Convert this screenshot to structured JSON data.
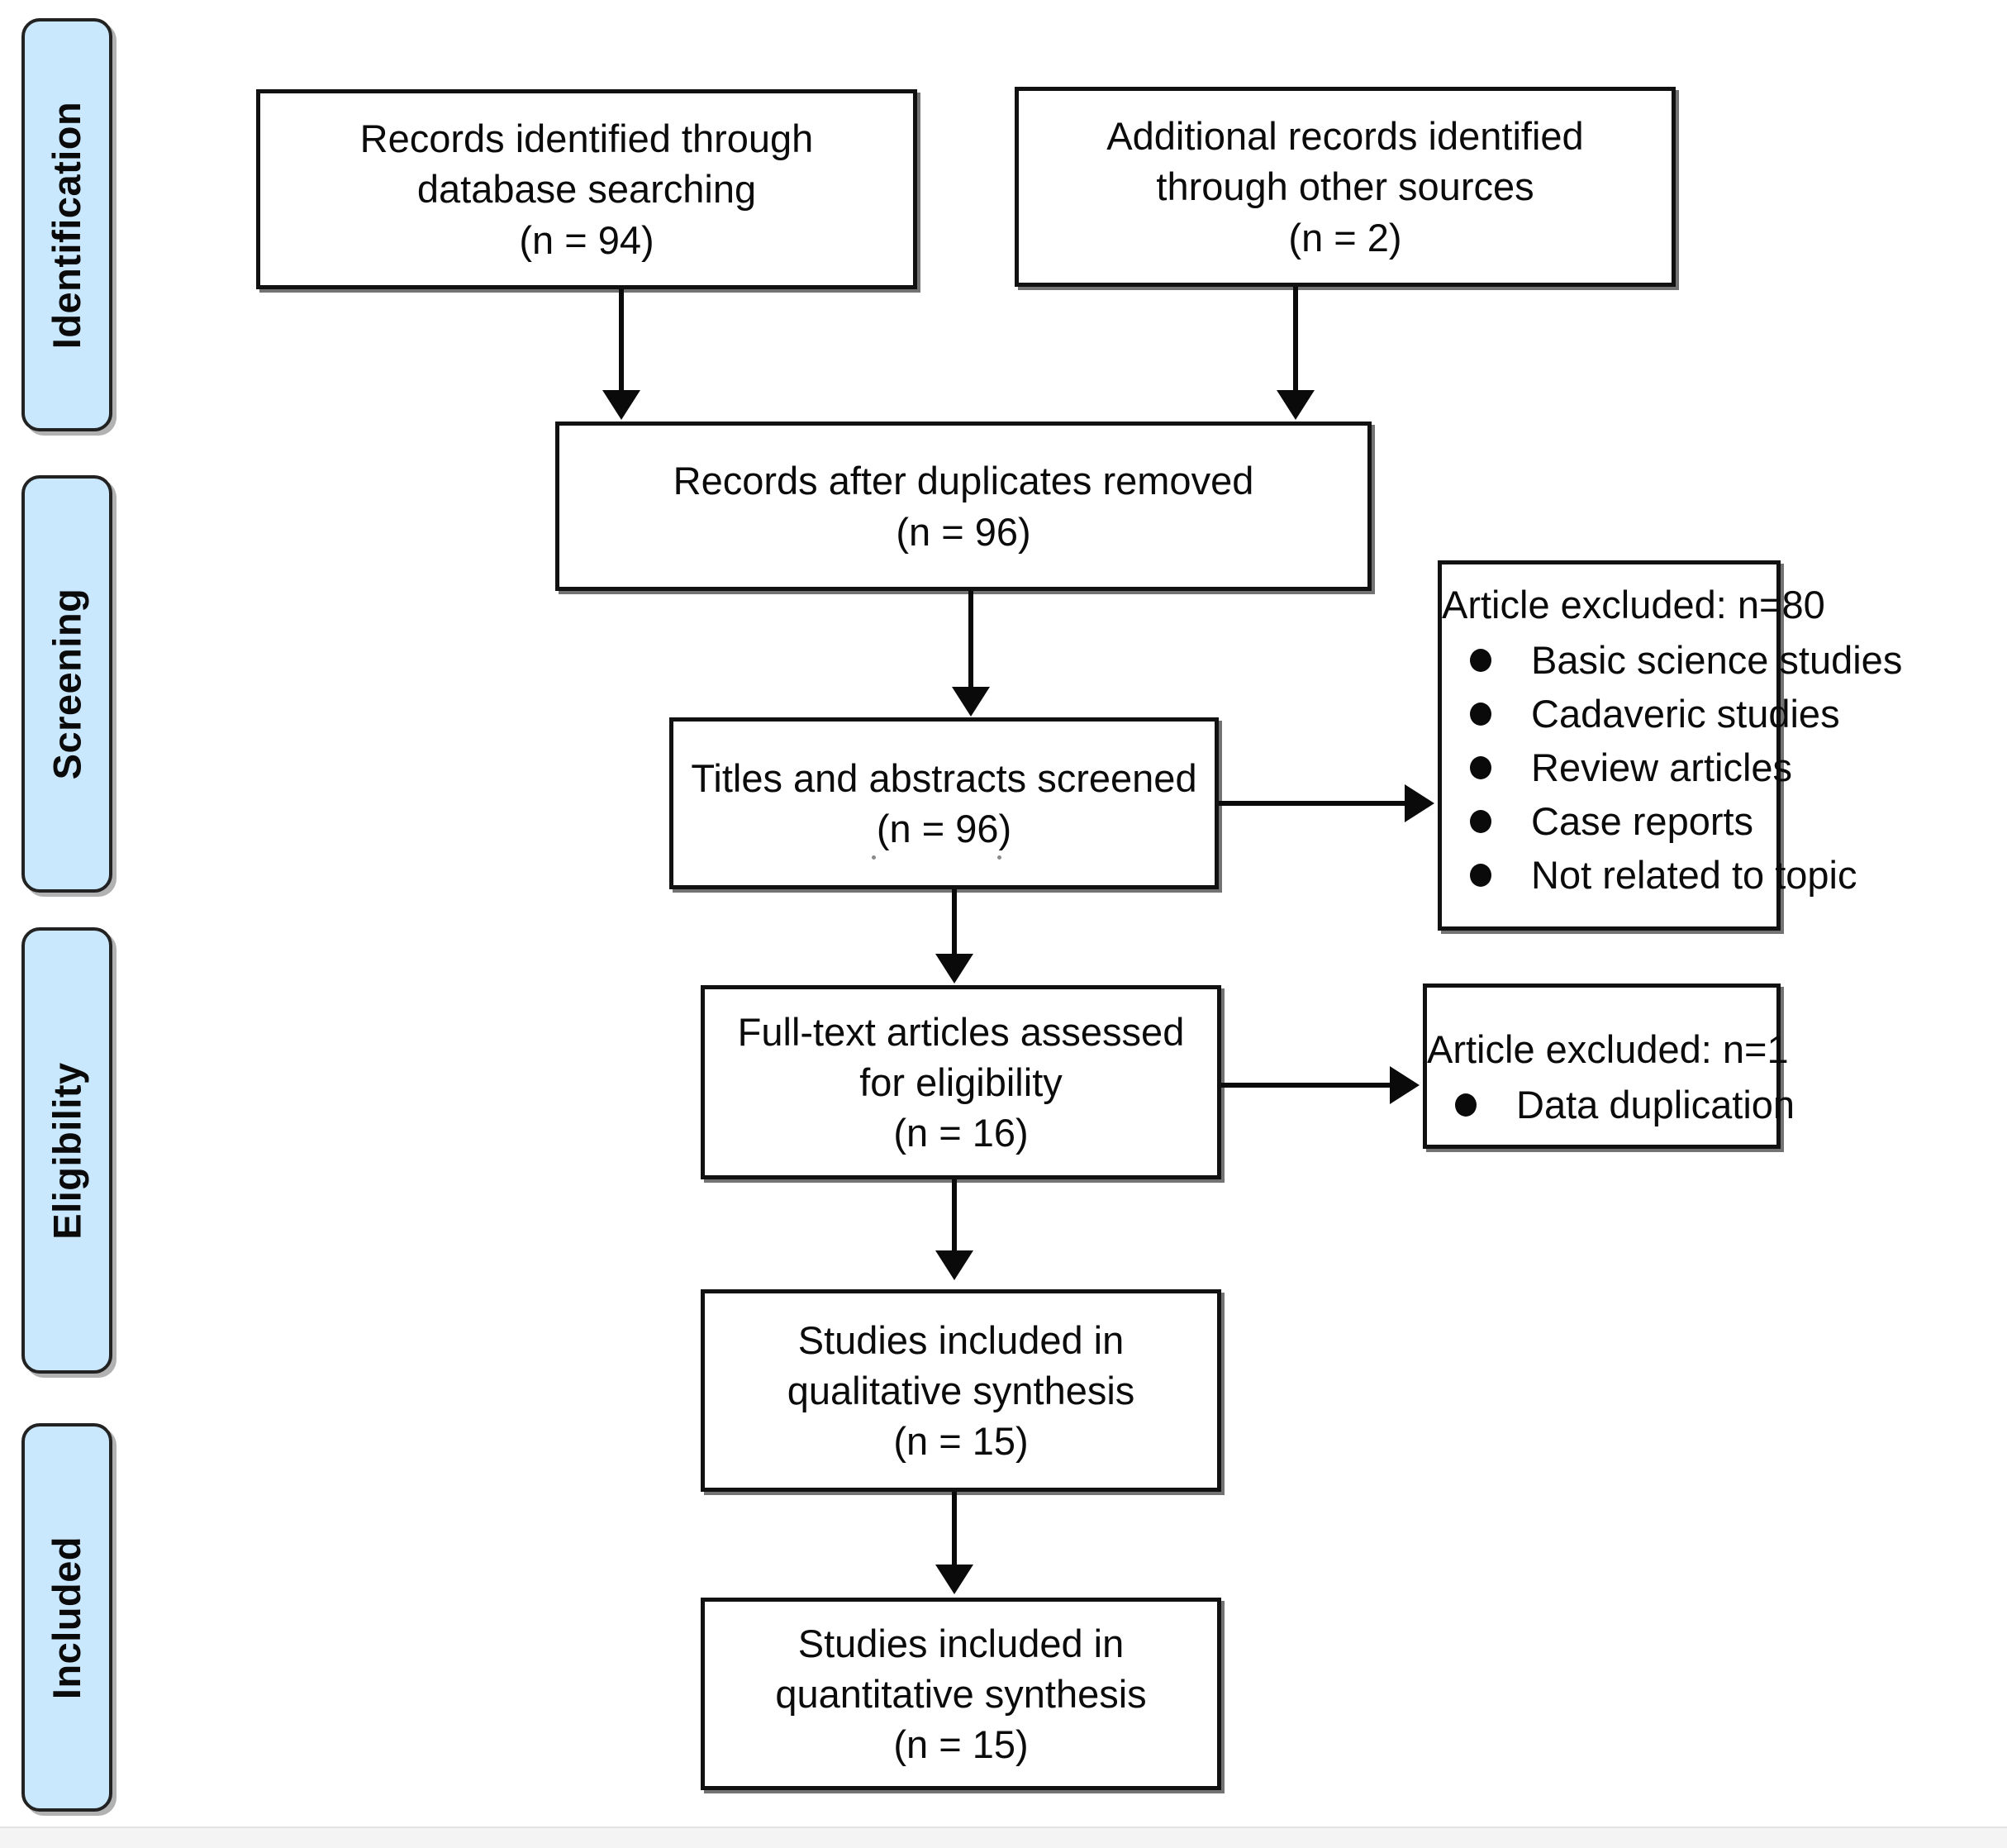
{
  "diagram": {
    "type": "prisma-flow-diagram",
    "accent_color": "#c9e7fd",
    "line_color": "#0a0a0a",
    "box_border_color": "#111111",
    "background_color": "#ffffff"
  },
  "stages": [
    {
      "key": "identification",
      "label": "Identification"
    },
    {
      "key": "screening",
      "label": "Screening"
    },
    {
      "key": "eligibility",
      "label": "Eligibility"
    },
    {
      "key": "included",
      "label": "Included"
    }
  ],
  "boxes": {
    "database_search": {
      "line1": "Records identified through",
      "line2": "database searching",
      "line3": "(n = 94)"
    },
    "other_sources": {
      "line1": "Additional records identified",
      "line2": "through other sources",
      "line3": "(n = 2)"
    },
    "duplicates_removed": {
      "line1": "Records after duplicates removed",
      "line2": "(n = 96)"
    },
    "titles_abstracts": {
      "line1": "Titles and abstracts screened",
      "line2": "(n = 96)"
    },
    "full_text": {
      "line1": "Full-text articles assessed",
      "line2": "for eligibility",
      "line3": "(n = 16)"
    },
    "qualitative": {
      "line1": "Studies included in",
      "line2": "qualitative synthesis",
      "line3": "(n = 15)"
    },
    "quantitative": {
      "line1": "Studies included in",
      "line2": "quantitative synthesis",
      "line3": "(n = 15)"
    }
  },
  "exclusions": {
    "screening": {
      "title": "Article excluded: n=80",
      "reasons": [
        "Basic science studies",
        "Cadaveric studies",
        "Review articles",
        "Case reports",
        "Not related to topic"
      ]
    },
    "eligibility": {
      "title": "Article excluded: n=1",
      "reasons": [
        "Data duplication"
      ]
    }
  }
}
